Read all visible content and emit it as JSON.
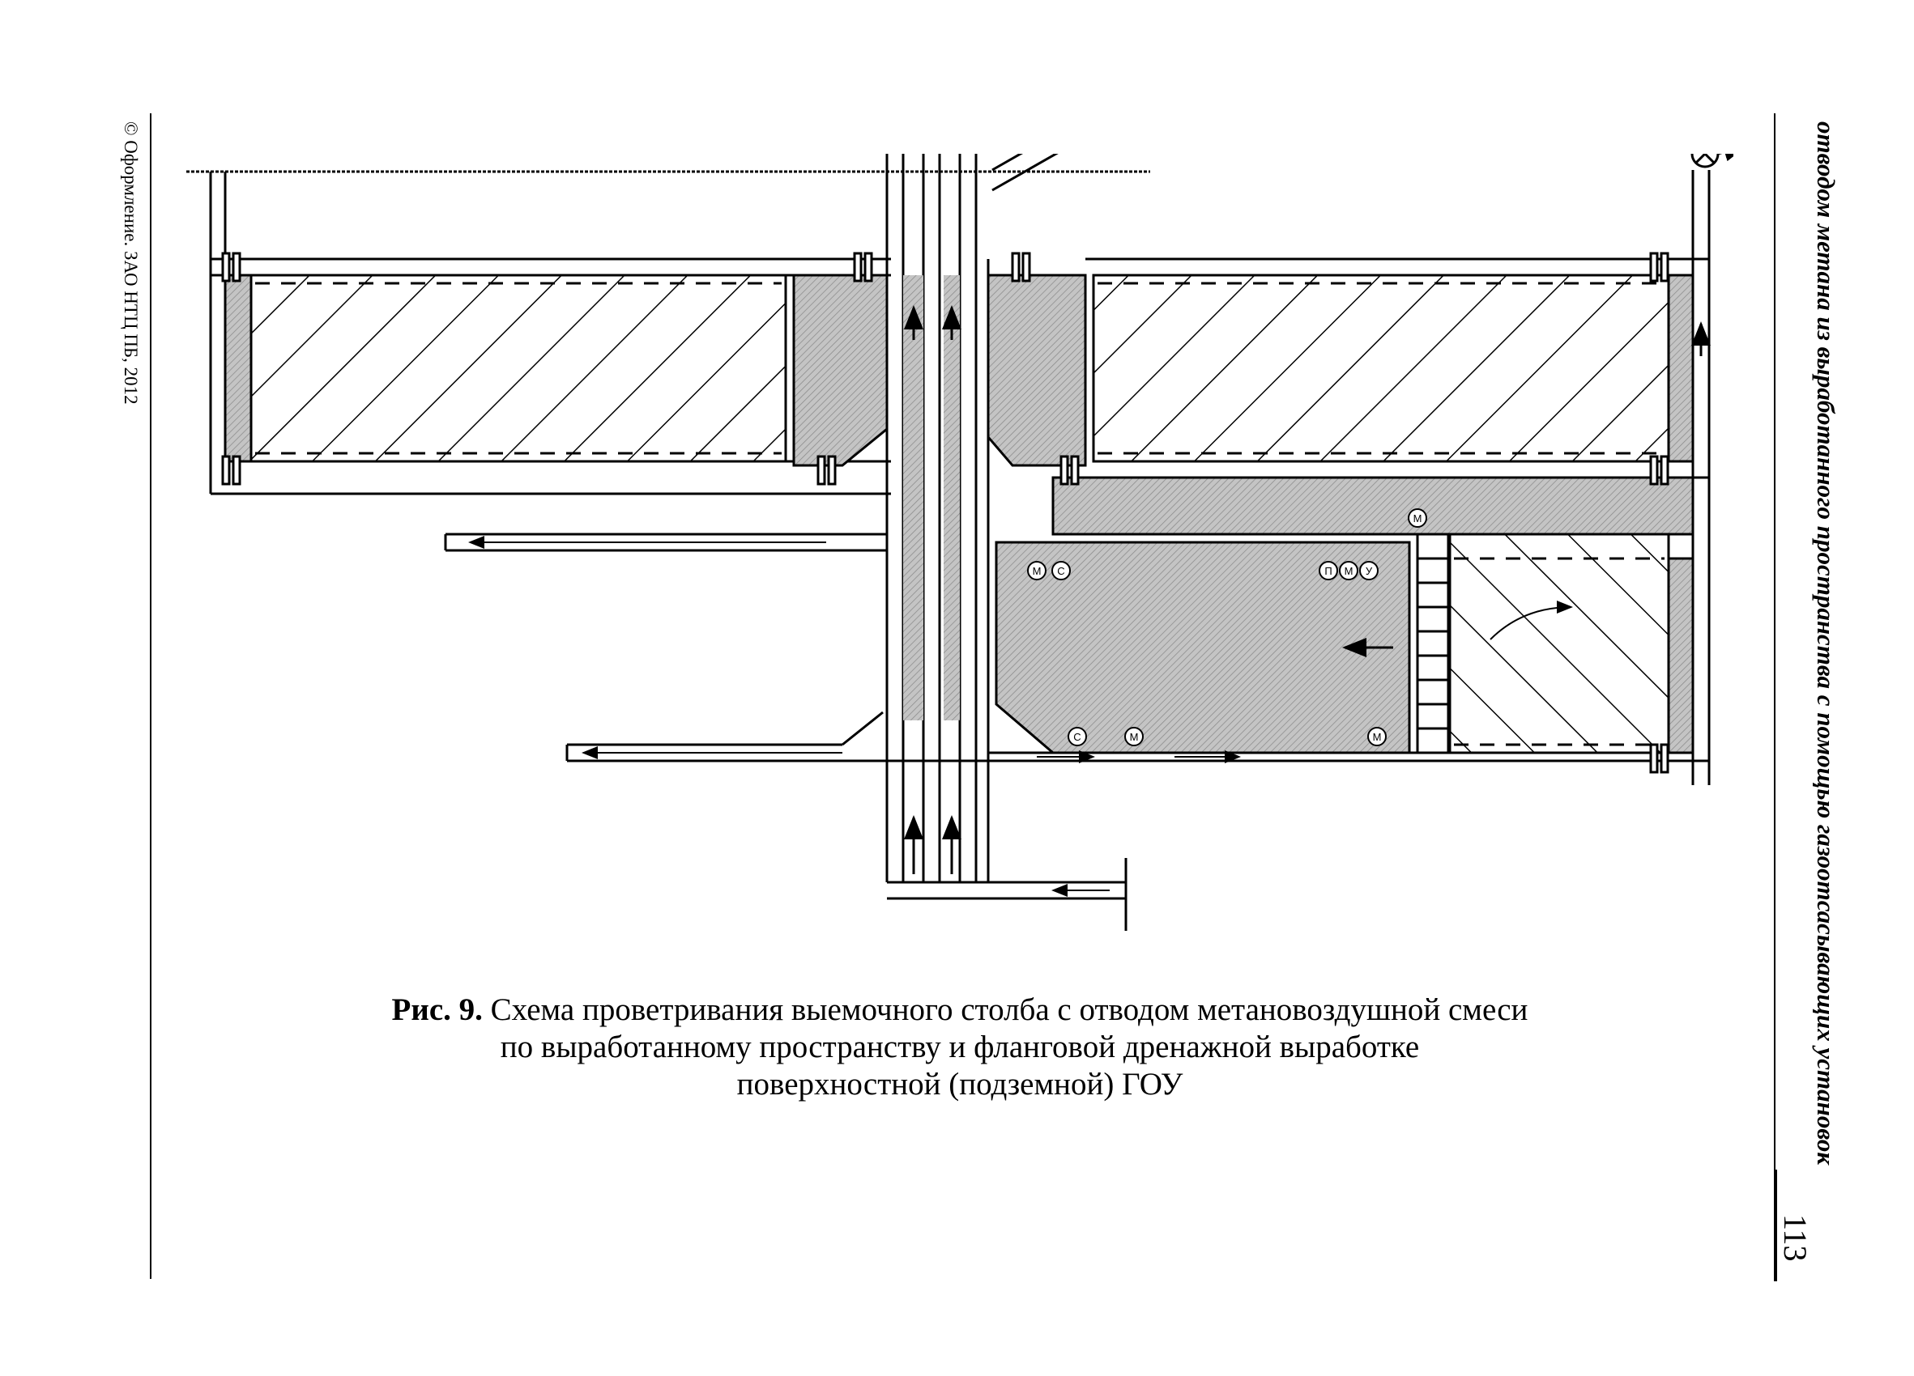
{
  "page": {
    "copyright": "© Оформление. ЗАО НТЦ ПБ, 2012",
    "running_header": "отводом метана из выработанного пространства с помощью газоотсасывающих установок",
    "page_number": "113"
  },
  "figure": {
    "label": "Рис. 9.",
    "caption_line1": "Схема проветривания выемочного столба с отводом метановоздушной смеси",
    "caption_line2": "по выработанному пространству и фланговой дренажной выработке",
    "caption_line3": "поверхностной (подземной) ГОУ",
    "markers": [
      {
        "letter": "М"
      },
      {
        "letter": "С"
      },
      {
        "letter": "П"
      },
      {
        "letter": "М"
      },
      {
        "letter": "У"
      },
      {
        "letter": "М"
      },
      {
        "letter": "С"
      },
      {
        "letter": "М"
      },
      {
        "letter": "М"
      }
    ]
  },
  "colors": {
    "ink": "#000000",
    "shade": "#b9b9b9",
    "paper": "#ffffff"
  },
  "icons": [
    "ventilation-fan-icon",
    "airflow-arrow-icon",
    "ventilation-door-icon",
    "measurement-station-icon"
  ]
}
